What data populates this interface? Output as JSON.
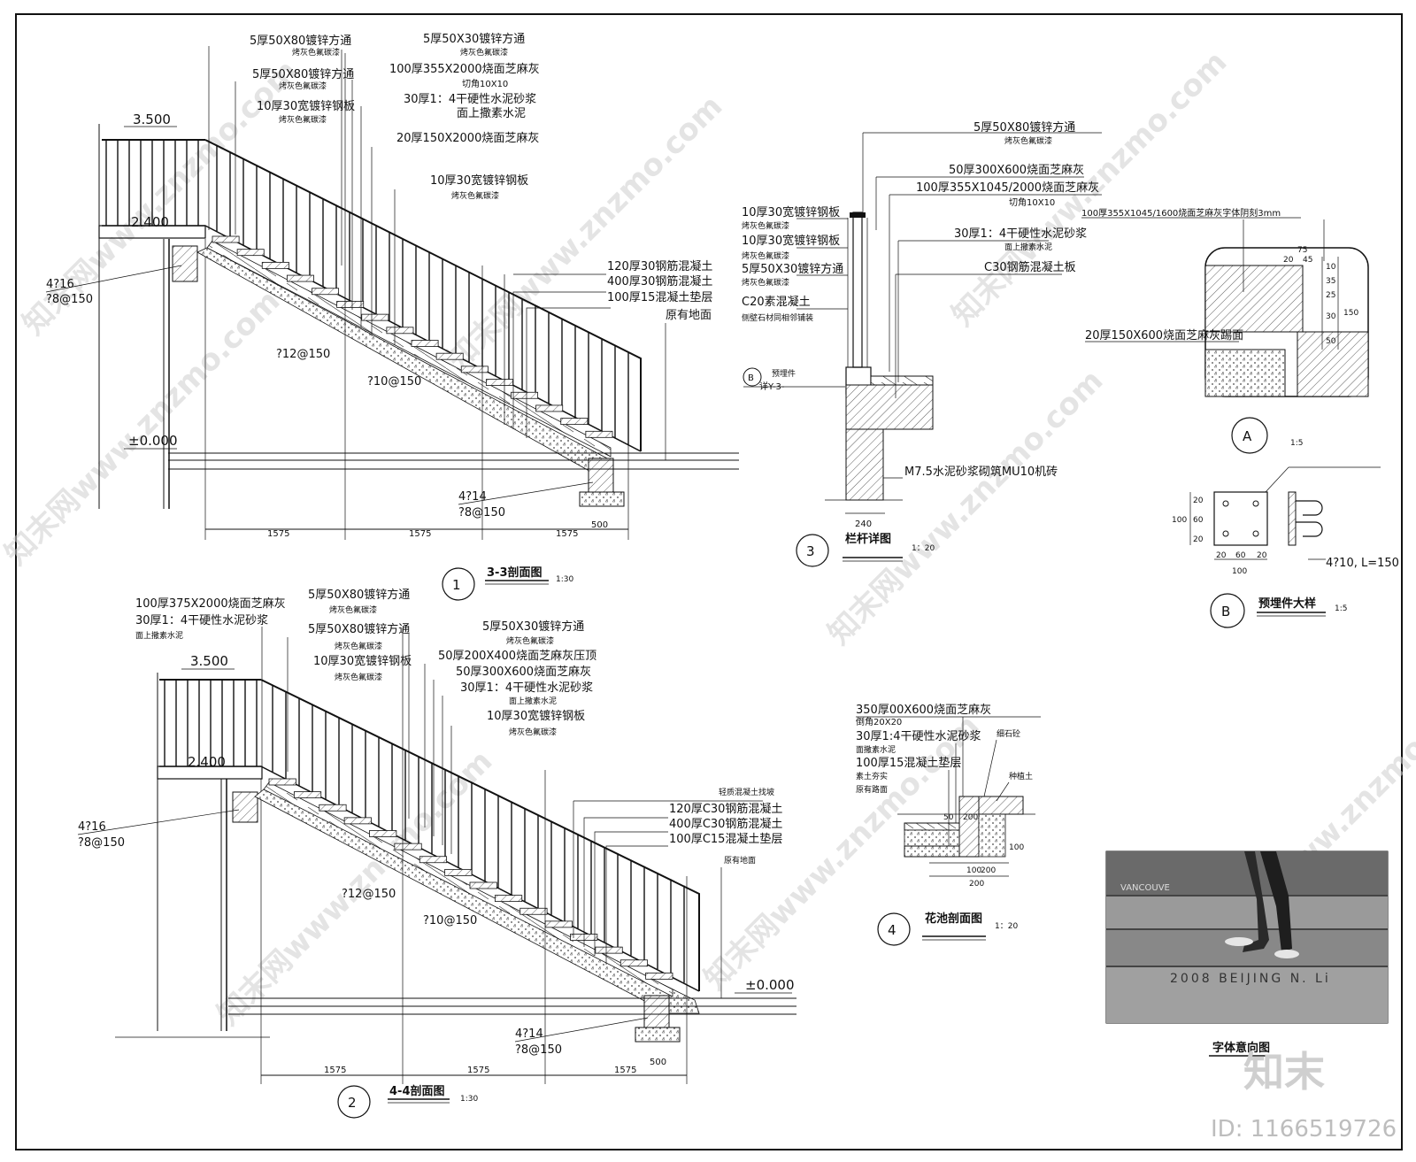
{
  "sec1": {
    "labels": [
      "5厚50X80镀锌方通",
      "烤灰色氟碳漆",
      "5厚50X80镀锌方通",
      "烤灰色氟碳漆",
      "10厚30宽镀锌钢板",
      "烤灰色氟碳漆",
      "5厚50X30镀锌方通",
      "烤灰色氟碳漆",
      "100厚355X2000烧面芝麻灰",
      "切角10X10",
      "30厚1：4干硬性水泥砂浆",
      "面上撒素水泥",
      "20厚150X2000烧面芝麻灰",
      "10厚30宽镀锌钢板",
      "烤灰色氟碳漆",
      "120厚30钢筋混凝土",
      "400厚30钢筋混凝土",
      "100厚15混凝土垫层",
      "原有地面"
    ],
    "elev_top": "3.500",
    "elev_mid": "2.400",
    "elev_zero": "±0.000",
    "rebar_a": "4?16",
    "rebar_b": "?8@150",
    "rebar_c": "?12@150",
    "rebar_d": "?10@150",
    "rebar_e": "4?14",
    "rebar_f": "?8@150",
    "dims": [
      "1575",
      "1575",
      "1575",
      "500"
    ],
    "num": "1",
    "title": "3-3剖面图",
    "scale": "1:30"
  },
  "sec2": {
    "labels": [
      "100厚375X2000烧面芝麻灰",
      "30厚1：4干硬性水泥砂浆",
      "面上撒素水泥",
      "5厚50X80镀锌方通",
      "烤灰色氟碳漆",
      "5厚50X80镀锌方通",
      "烤灰色氟碳漆",
      "10厚30宽镀锌钢板",
      "烤灰色氟碳漆",
      "5厚50X30镀锌方通",
      "烤灰色氟碳漆",
      "50厚200X400烧面芝麻灰压顶",
      "50厚300X600烧面芝麻灰",
      "30厚1：4干硬性水泥砂浆",
      "面上撒素水泥",
      "10厚30宽镀锌钢板",
      "烤灰色氟碳漆",
      "轻质混凝土找坡",
      "120厚C30钢筋混凝土",
      "400厚C30钢筋混凝土",
      "100厚C15混凝土垫层",
      "原有地面"
    ],
    "elev_top": "3.500",
    "elev_mid": "2.400",
    "elev_zero": "±0.000",
    "rebar_a": "4?16",
    "rebar_b": "?8@150",
    "rebar_c": "?12@150",
    "rebar_d": "?10@150",
    "rebar_e": "4?14",
    "rebar_f": "?8@150",
    "dims": [
      "1575",
      "1575",
      "1575",
      "500"
    ],
    "num": "2",
    "title": "4-4剖面图",
    "scale": "1:30"
  },
  "sec3": {
    "labels": [
      "5厚50X80镀锌方通",
      "烤灰色氟碳漆",
      "50厚300X600烧面芝麻灰",
      "100厚355X1045/2000烧面芝麻灰",
      "切角10X10",
      "30厚1：4干硬性水泥砂浆",
      "面上撒素水泥",
      "C30钢筋混凝土板",
      "10厚30宽镀锌钢板",
      "烤灰色氟碳漆",
      "10厚30宽镀锌钢板",
      "烤灰色氟碳漆",
      "5厚50X30镀锌方通",
      "烤灰色氟碳漆",
      "C20素混凝土",
      "侧壁石材同相邻铺装",
      "预埋件",
      "详Y-3-",
      "M7.5水泥砂浆砌筑MU10机砖"
    ],
    "ref_letter": "B",
    "dim": "240",
    "num": "3",
    "title": "栏杆详图",
    "scale": "1：20"
  },
  "detA": {
    "label_top": "100厚355X1045/1600烧面芝麻灰字体阴刻3mm",
    "label_side": "20厚150X600烧面芝麻灰踢面",
    "dims": [
      "75",
      "20",
      "45",
      "10",
      "35",
      "25",
      "150",
      "30",
      "50"
    ],
    "letter": "A",
    "scale": "1:5"
  },
  "detB": {
    "dims": [
      "20",
      "60",
      "20",
      "100",
      "20",
      "60",
      "20",
      "100"
    ],
    "rod": "4?10, L=150",
    "letter": "B",
    "title": "预埋件大样",
    "scale": "1:5"
  },
  "sec4": {
    "labels": [
      "350厚00X600烧面芝麻灰",
      "倒角20X20",
      "30厚1:4干硬性水泥砂浆",
      "面撒素水泥",
      "100厚15混凝土垫层",
      "素土夯实",
      "原有路面",
      "细石砼",
      "种植土"
    ],
    "dims": [
      "200",
      "100",
      "200",
      "100",
      "200",
      "50"
    ],
    "num": "4",
    "title": "花池剖面图",
    "scale": "1：20"
  },
  "photo": {
    "text_top": "VANCOUVE",
    "text_engrave": "2008 BEIJING  N. Li",
    "caption": "字体意向图"
  },
  "footer": {
    "logo": "知末",
    "id_text": "ID: 1166519726"
  },
  "watermarks": [
    "知末网www.znzmo.com"
  ]
}
